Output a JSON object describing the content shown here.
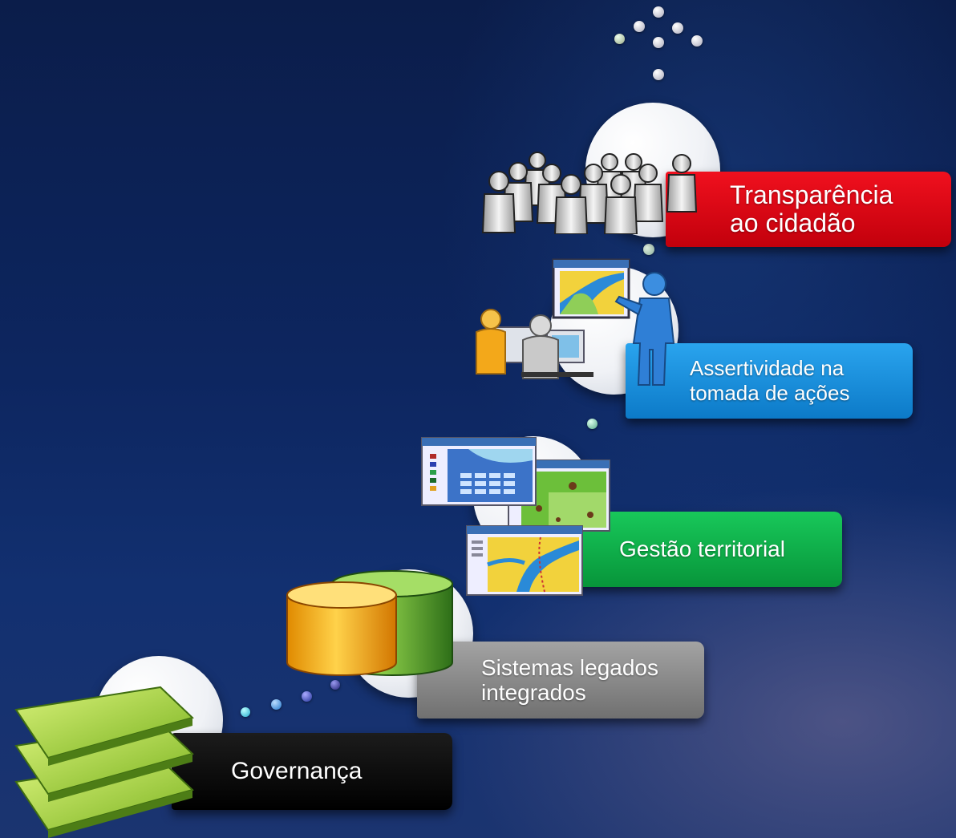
{
  "stages": [
    {
      "id": "governanca",
      "label": "Governança",
      "color": "#050505",
      "icon": "map-layers-icon"
    },
    {
      "id": "sistemas",
      "label": "Sistemas legados\nintegrados",
      "color": "#8c8c8c",
      "icon": "database-icon"
    },
    {
      "id": "gestao",
      "label": "Gestão territorial",
      "color": "#0fb04a",
      "icon": "map-windows-icon"
    },
    {
      "id": "assertividade",
      "label": "Assertividade na\ntomada de ações",
      "color": "#1590de",
      "icon": "presenter-icon"
    },
    {
      "id": "transparencia",
      "label": "Transparência\nao cidadão",
      "color": "#e00010",
      "icon": "crowd-icon"
    }
  ]
}
